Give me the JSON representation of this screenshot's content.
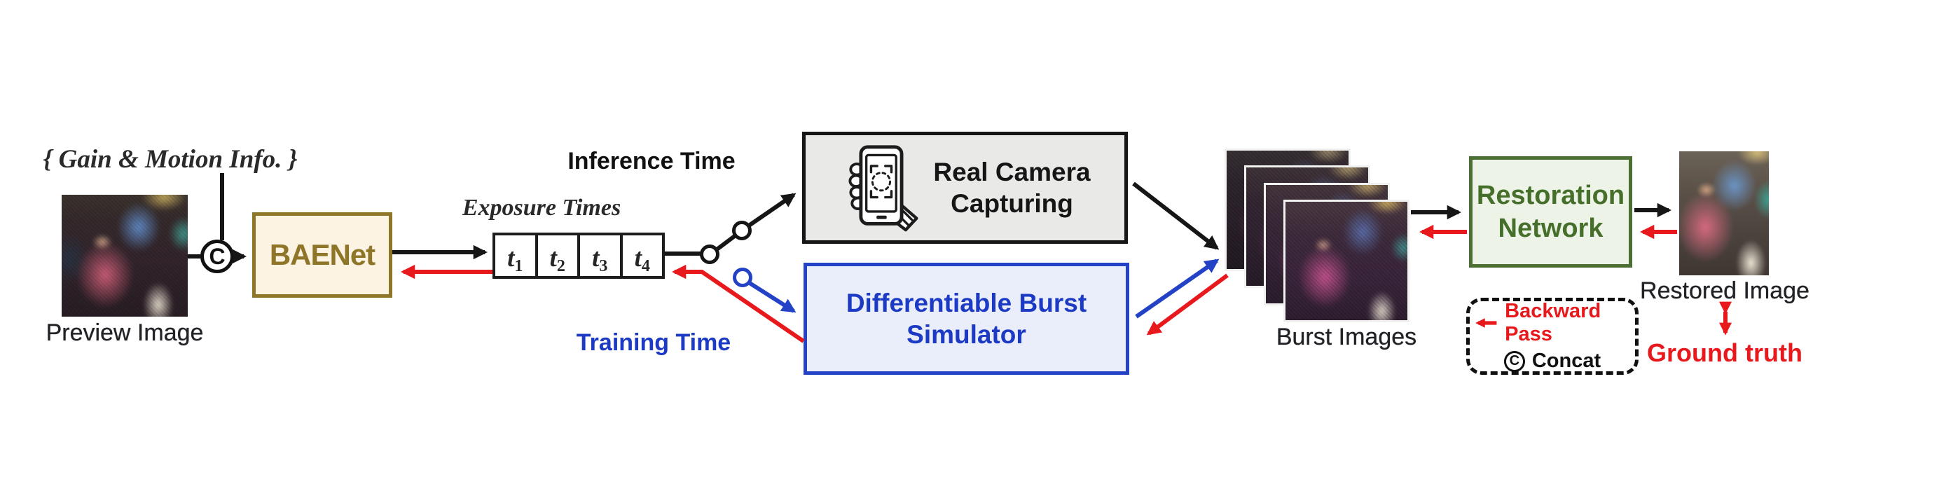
{
  "figure": {
    "colors": {
      "forward_arrow": "#161616",
      "backward_arrow": "#e8191d",
      "training_blue": "#2342c6",
      "baenet_gold": "#8f7527",
      "baenet_fill": "#fcf3e3",
      "camera_fill": "#e9e9e7",
      "simulator_fill": "#e9eefa",
      "restoration_green": "#4c7033",
      "restoration_fill": "#edf3e7",
      "background": "#ffffff"
    },
    "inputs": {
      "gain_motion_label": "{ Gain & Motion Info. }",
      "preview_caption": "Preview Image",
      "concat_symbol": "C"
    },
    "baenet": {
      "label": "BAENet"
    },
    "exposure": {
      "title": "Exposure Times",
      "slots": [
        {
          "base": "t",
          "sub": "1"
        },
        {
          "base": "t",
          "sub": "2"
        },
        {
          "base": "t",
          "sub": "3"
        },
        {
          "base": "t",
          "sub": "4"
        }
      ]
    },
    "switch": {
      "inference_label": "Inference Time",
      "training_label": "Training Time"
    },
    "camera": {
      "label": "Real Camera\nCapturing",
      "icon": "hand-holding-phone-icon"
    },
    "simulator": {
      "label": "Differentiable Burst\nSimulator"
    },
    "burst": {
      "caption": "Burst Images",
      "count": 4
    },
    "restoration": {
      "label": "Restoration\nNetwork"
    },
    "output": {
      "restored_caption": "Restored Image",
      "ground_truth_label": "Ground truth"
    },
    "legend": {
      "backward_label": "Backward Pass",
      "concat_symbol": "C",
      "concat_label": "Concat"
    }
  }
}
